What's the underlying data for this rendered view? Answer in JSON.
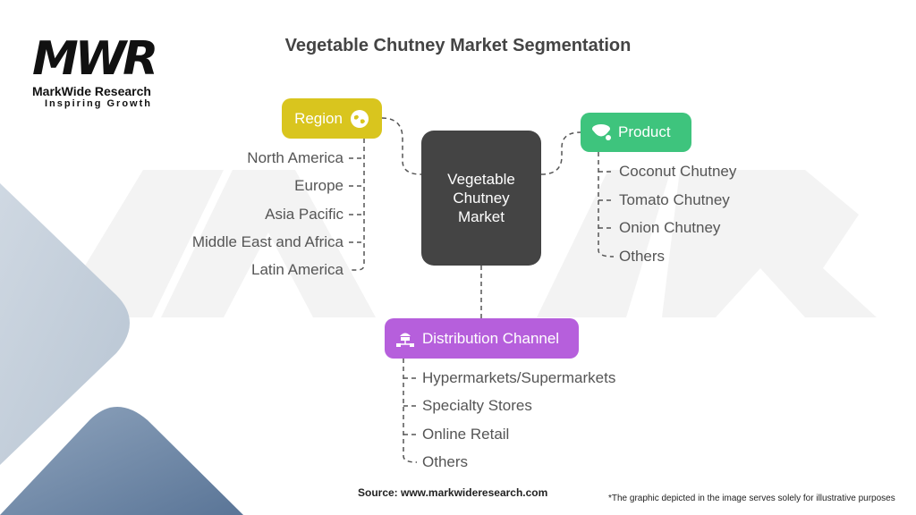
{
  "title": "Vegetable Chutney Market Segmentation",
  "logo": {
    "mark": "MWR",
    "name": "MarkWide Research",
    "tagline": "Inspiring Growth"
  },
  "center": {
    "line1": "Vegetable",
    "line2": "Chutney",
    "line3": "Market"
  },
  "categories": [
    {
      "label": "Region",
      "icon": "globe-icon",
      "color": "#d9c51e",
      "items": [
        "North America",
        "Europe",
        "Asia Pacific",
        "Middle East and Africa",
        "Latin America"
      ]
    },
    {
      "label": "Product",
      "icon": "bowl-icon",
      "color": "#3ec47d",
      "items": [
        "Coconut Chutney",
        "Tomato Chutney",
        "Onion Chutney",
        "Others"
      ]
    },
    {
      "label": "Distribution Channel",
      "icon": "network-icon",
      "color": "#b65fdc",
      "items": [
        "Hypermarkets/Supermarkets",
        "Specialty Stores",
        "Online Retail",
        "Others"
      ]
    }
  ],
  "footer": {
    "source": "Source: www.markwideresearch.com",
    "note": "*The graphic depicted in the image serves solely for illustrative purposes"
  }
}
